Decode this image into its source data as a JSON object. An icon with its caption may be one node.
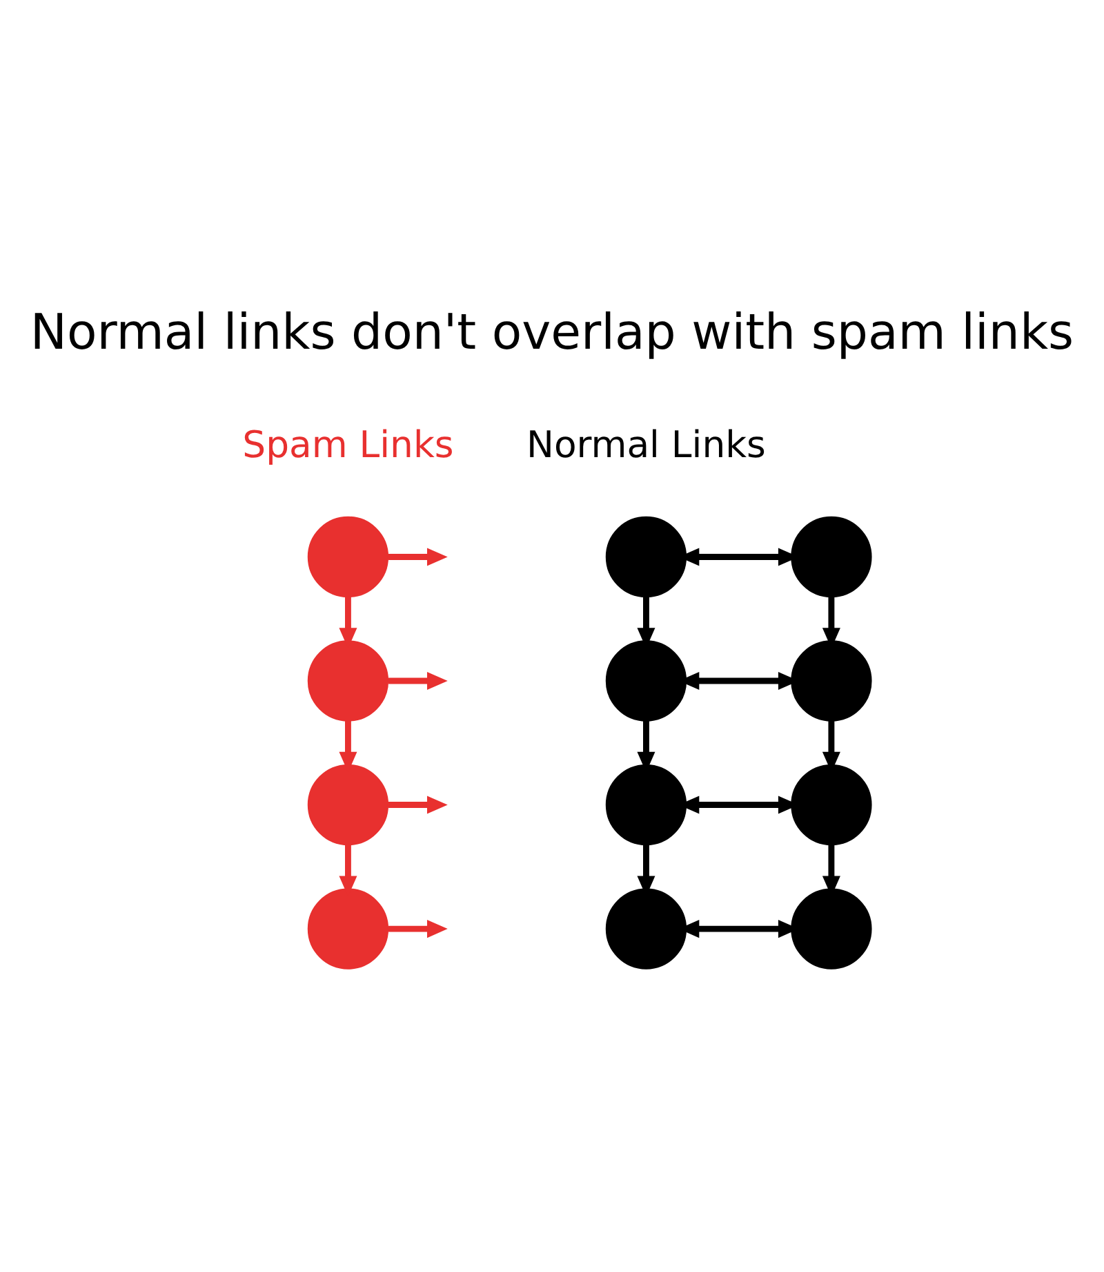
{
  "diagram": {
    "title": "Normal links don't overlap with spam links",
    "nodes": [
      {
        "text": [],
        "shape": "circle"
      },
      {
        "text": [],
        "shape": "circle"
      },
      {
        "text": [],
        "shape": "circle"
      },
      {
        "text": [],
        "shape": "circle"
      },
      {
        "text": [],
        "shape": "circle"
      },
      {
        "text": [],
        "shape": "circle"
      },
      {
        "text": [],
        "shape": "circle"
      },
      {
        "text": [],
        "shape": "circle"
      },
      {
        "text": [],
        "shape": "circle"
      },
      {
        "text": [],
        "shape": "circle"
      },
      {
        "text": [],
        "shape": "circle"
      },
      {
        "text": [],
        "shape": "circle"
      }
    ],
    "edges": [
      {
        "from": 0,
        "to": null,
        "arrow": "to",
        "color": "#e8302f"
      },
      {
        "from": 1,
        "to": 2,
        "arrow": "both"
      },
      {
        "from": 0,
        "to": 3,
        "arrow": "to",
        "color": "#e8302f"
      },
      {
        "from": 1,
        "to": 4,
        "arrow": "to"
      },
      {
        "from": 2,
        "to": 5,
        "arrow": "to"
      },
      {
        "from": 3,
        "to": null,
        "arrow": "to",
        "color": "#e8302f"
      },
      {
        "from": 4,
        "to": 5,
        "arrow": "both"
      },
      {
        "from": 3,
        "to": 6,
        "arrow": "to",
        "color": "#e8302f"
      },
      {
        "from": 4,
        "to": 7,
        "arrow": "to"
      },
      {
        "from": 5,
        "to": 8,
        "arrow": "to"
      },
      {
        "from": 6,
        "to": null,
        "arrow": "to",
        "color": "#e8302f"
      },
      {
        "from": 7,
        "to": 8,
        "arrow": "both"
      },
      {
        "from": 6,
        "to": 9,
        "arrow": "to",
        "color": "#e8302f"
      },
      {
        "from": 7,
        "to": 10,
        "arrow": "to"
      },
      {
        "from": 8,
        "to": 11,
        "arrow": "to"
      },
      {
        "from": 9,
        "to": null,
        "arrow": "to",
        "color": "#e8302f"
      },
      {
        "from": 10,
        "to": 11,
        "arrow": "both"
      }
    ],
    "labels": [
      "Spam Links",
      "Normal Links"
    ]
  }
}
